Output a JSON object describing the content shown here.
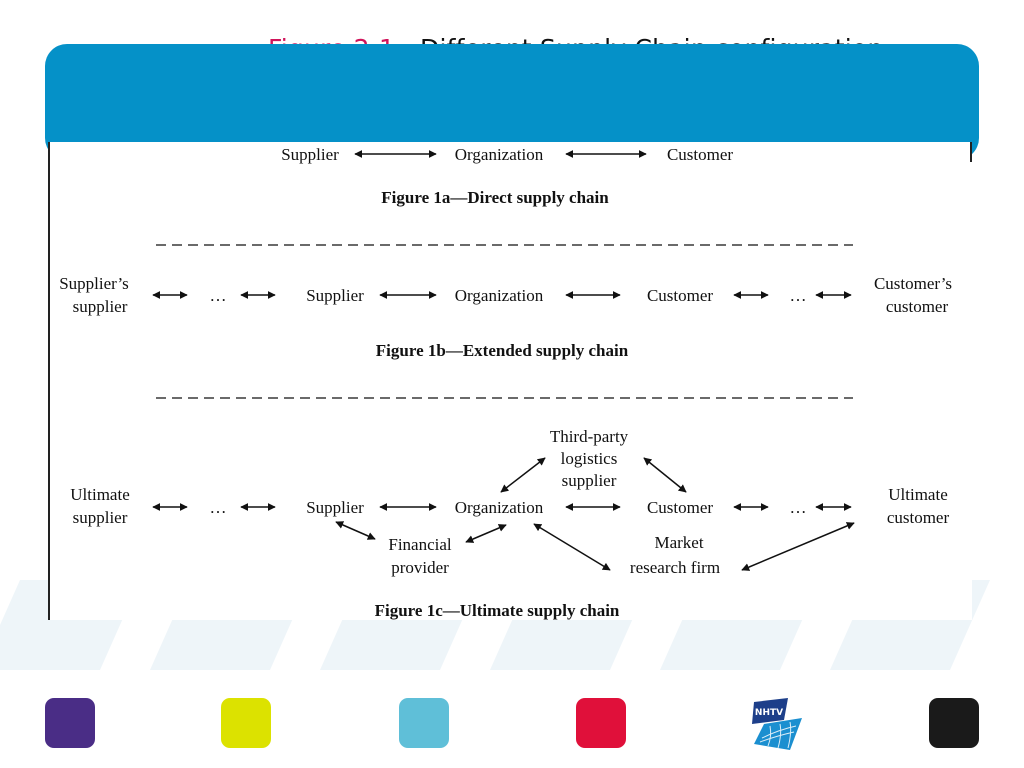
{
  "title": {
    "figure_number": "Figure 2-1:",
    "text": "Different Supply Chain configuration"
  },
  "figure_1a": {
    "supplier": "Supplier",
    "organization": "Organization",
    "customer": "Customer",
    "caption": "Figure 1a—Direct supply chain"
  },
  "figure_1b": {
    "suppliers_supplier_1": "Supplier’s",
    "suppliers_supplier_2": "supplier",
    "ellipsis": "…",
    "supplier": "Supplier",
    "organization": "Organization",
    "customer": "Customer",
    "customers_customer_1": "Customer’s",
    "customers_customer_2": "customer",
    "caption": "Figure 1b—Extended supply chain"
  },
  "figure_1c": {
    "ultimate_supplier_1": "Ultimate",
    "ultimate_supplier_2": "supplier",
    "ellipsis": "…",
    "supplier": "Supplier",
    "organization": "Organization",
    "customer": "Customer",
    "ultimate_customer_1": "Ultimate",
    "ultimate_customer_2": "customer",
    "third_party_1": "Third-party",
    "third_party_2": "logistics",
    "third_party_3": "supplier",
    "financial_1": "Financial",
    "financial_2": "provider",
    "market_1": "Market",
    "market_2": "research firm",
    "caption": "Figure 1c—Ultimate supply chain"
  },
  "logo": {
    "text": "NHTV"
  },
  "colors": {
    "band": "#0591c8",
    "figure_number": "#d0145a",
    "swatches": [
      "#4a2d86",
      "#dce200",
      "#5fbfd8",
      "#e0103a",
      "#1a1a1a"
    ]
  }
}
